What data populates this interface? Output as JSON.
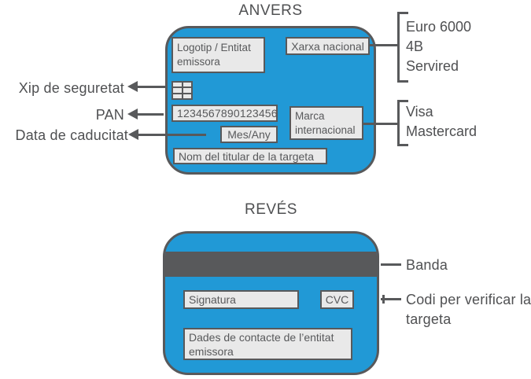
{
  "colors": {
    "card_blue": "#2199d6",
    "line_gray": "#58595b",
    "label_text": "#4f5052",
    "box_fill": "#e9e9e9",
    "box_border": "#58595b",
    "box_text": "#58595b",
    "bg": "#ffffff"
  },
  "front": {
    "title": "ANVERS",
    "card": {
      "logo_box": "Logotip / Entitat emissora",
      "national_network_box": "Xarxa nacional",
      "pan_value": "1234567890123456",
      "expiry_box": "Mes/Any",
      "international_brand_box": "Marca internacional",
      "holder_box": "Nom del titular de la targeta"
    },
    "left_labels": {
      "chip": "Xip de seguretat",
      "pan": "PAN",
      "expiry": "Data de caducitat"
    },
    "right_groups": {
      "national_networks": [
        "Euro 6000",
        "4B",
        "Servired"
      ],
      "international_brands": [
        "Visa",
        "Mastercard"
      ]
    }
  },
  "back": {
    "title": "REVÉS",
    "card": {
      "signature_box": "Signatura",
      "cvc_box": "CVC",
      "contact_box": "Dades de contacte de l’entitat emissora"
    },
    "right_labels": {
      "stripe": "Banda",
      "cvc_code": "Codi per verificar la targeta"
    }
  }
}
